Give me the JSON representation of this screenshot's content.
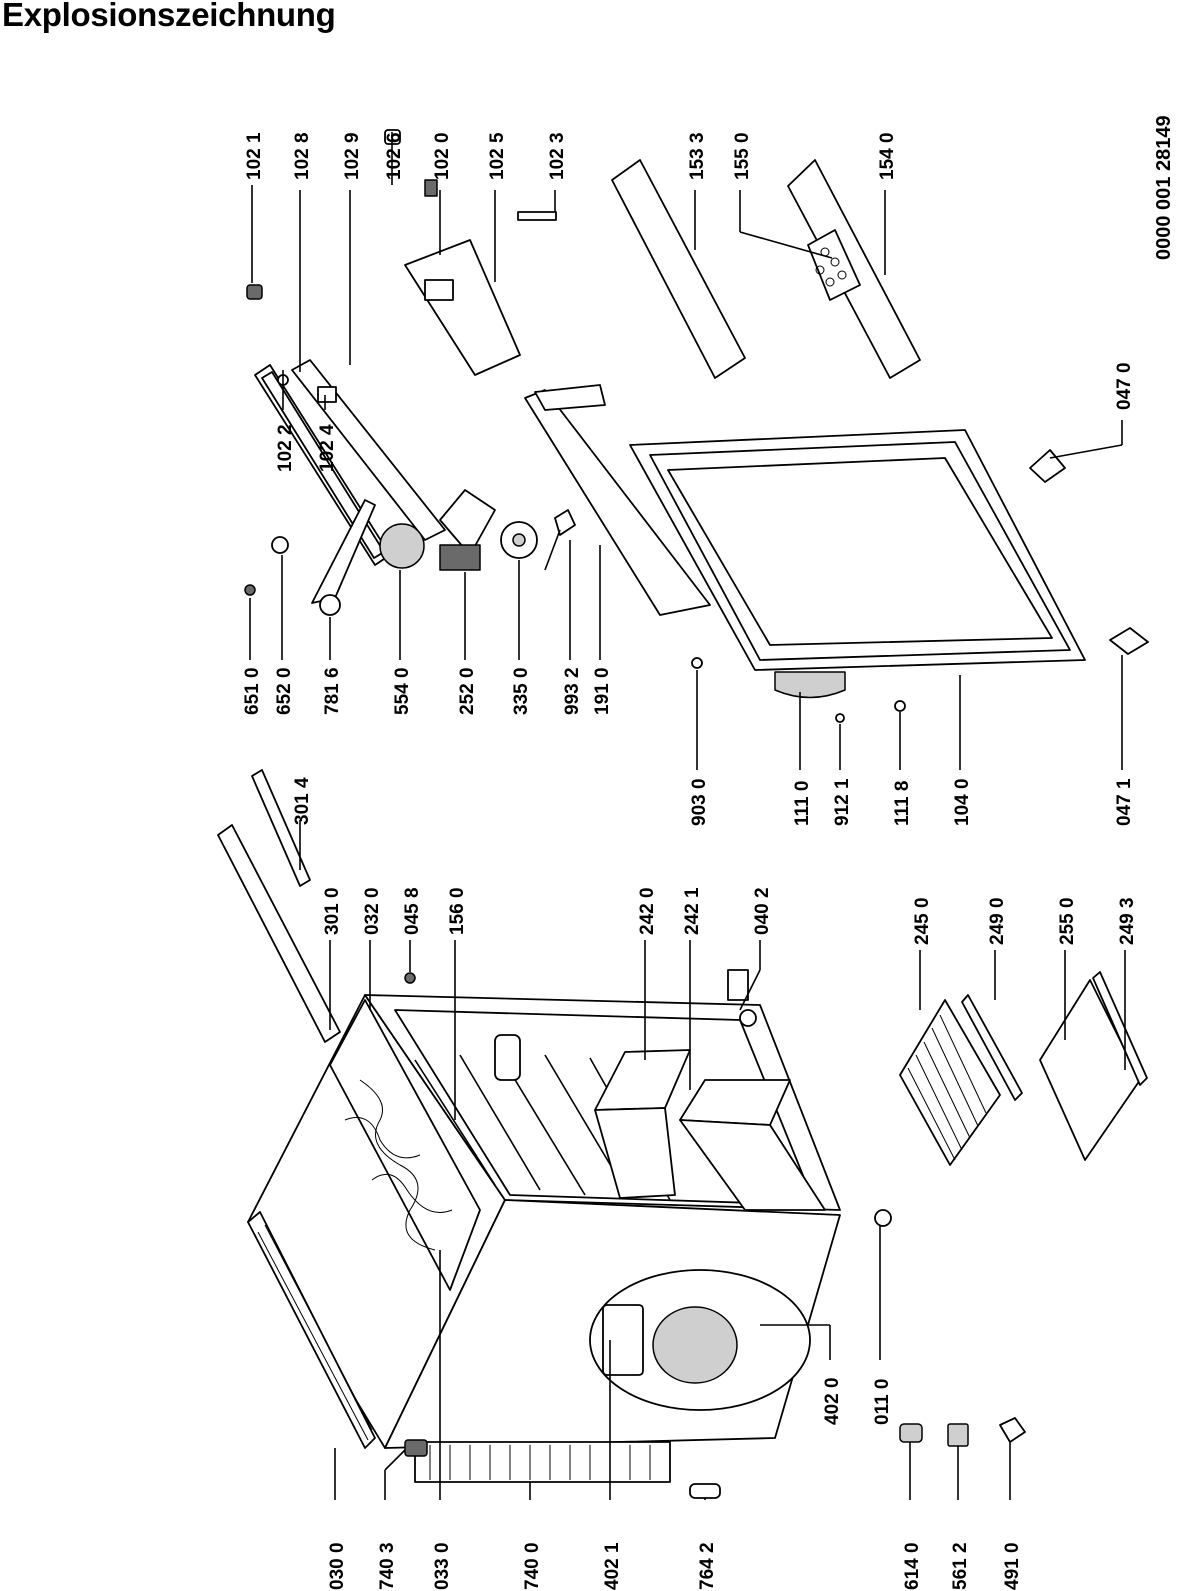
{
  "title": "Explosionszeichnung",
  "doc_number": "0000 001 28149",
  "labels": [
    {
      "id": "030_0",
      "text": "030 0"
    },
    {
      "id": "740_3",
      "text": "740 3"
    },
    {
      "id": "033_0",
      "text": "033 0"
    },
    {
      "id": "740_0",
      "text": "740 0"
    },
    {
      "id": "402_1",
      "text": "402 1"
    },
    {
      "id": "764_2",
      "text": "764 2"
    },
    {
      "id": "614_0",
      "text": "614 0"
    },
    {
      "id": "561_2",
      "text": "561 2"
    },
    {
      "id": "491_0",
      "text": "491 0"
    },
    {
      "id": "402_0",
      "text": "402 0"
    },
    {
      "id": "011_0",
      "text": "011 0"
    },
    {
      "id": "301_4",
      "text": "301 4"
    },
    {
      "id": "301_0",
      "text": "301 0"
    },
    {
      "id": "032_0",
      "text": "032 0"
    },
    {
      "id": "045_8",
      "text": "045 8"
    },
    {
      "id": "156_0",
      "text": "156 0"
    },
    {
      "id": "242_0",
      "text": "242 0"
    },
    {
      "id": "242_1",
      "text": "242 1"
    },
    {
      "id": "040_2",
      "text": "040 2"
    },
    {
      "id": "245_0",
      "text": "245 0"
    },
    {
      "id": "249_0",
      "text": "249 0"
    },
    {
      "id": "255_0",
      "text": "255 0"
    },
    {
      "id": "249_3",
      "text": "249 3"
    },
    {
      "id": "651_0",
      "text": "651 0"
    },
    {
      "id": "652_0",
      "text": "652 0"
    },
    {
      "id": "781_6",
      "text": "781 6"
    },
    {
      "id": "554_0",
      "text": "554 0"
    },
    {
      "id": "252_0",
      "text": "252 0"
    },
    {
      "id": "335_0",
      "text": "335 0"
    },
    {
      "id": "993_2",
      "text": "993 2"
    },
    {
      "id": "191_0",
      "text": "191 0"
    },
    {
      "id": "903_0",
      "text": "903 0"
    },
    {
      "id": "111_0",
      "text": "111 0"
    },
    {
      "id": "912_1",
      "text": "912 1"
    },
    {
      "id": "111_8",
      "text": "111 8"
    },
    {
      "id": "104_0",
      "text": "104 0"
    },
    {
      "id": "047_1",
      "text": "047 1"
    },
    {
      "id": "047_0",
      "text": "047 0"
    },
    {
      "id": "102_1",
      "text": "102 1"
    },
    {
      "id": "102_8",
      "text": "102 8"
    },
    {
      "id": "102_9",
      "text": "102 9"
    },
    {
      "id": "102_6",
      "text": "102 6"
    },
    {
      "id": "102_0",
      "text": "102 0"
    },
    {
      "id": "102_5",
      "text": "102 5"
    },
    {
      "id": "102_3",
      "text": "102 3"
    },
    {
      "id": "102_2",
      "text": "102 2"
    },
    {
      "id": "102_4",
      "text": "102 4"
    },
    {
      "id": "153_3",
      "text": "153 3"
    },
    {
      "id": "155_0",
      "text": "155 0"
    },
    {
      "id": "154_0",
      "text": "154 0"
    }
  ]
}
